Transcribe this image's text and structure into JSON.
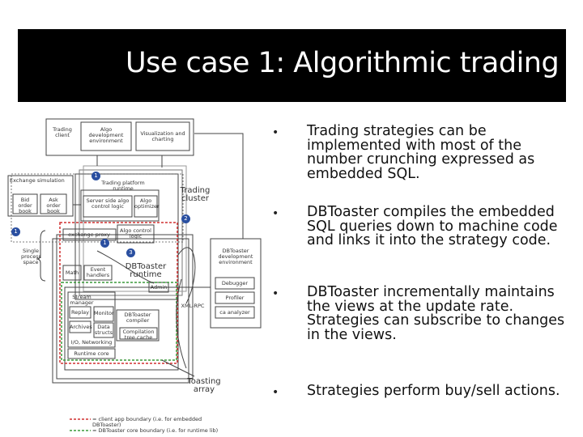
{
  "slide": {
    "title": "Use case 1: Algorithmic trading",
    "bullets": [
      {
        "text": "Trading strategies can be implemented with most of the number crunching expressed as embedded SQL."
      },
      {
        "text": "DBToaster compiles the embedded SQL queries down to machine code and links it into the strategy code."
      },
      {
        "text": "DBToaster incrementally maintains the views at the update rate. Strategies can subscribe to changes in the views."
      },
      {
        "text": "Strategies perform buy/sell actions."
      }
    ],
    "bullet_glyph": "•"
  },
  "diagram": {
    "trading_client": "Trading client",
    "algo_dev": "Algo development environment",
    "visualization": "Visualization and charting",
    "exchange_simulation": "Exchange simulation",
    "bid_order_book": "Bid order book",
    "ask_order_book": "Ask order book",
    "trading_platform_runtime": "Trading platform runtime",
    "server_side_algo": "Server side algo control logic",
    "algo_optimizer": "Algo optimizer",
    "trading_cluster": "Trading cluster",
    "exchange_proxy": "exchange proxy",
    "algo_control_logic": "Algo control logic",
    "single_process_space": "Single process space",
    "math": "Math",
    "event_handlers": "Event handlers",
    "dbtoaster_runtime": "DBToaster runtime",
    "admin": "Admin",
    "stream_manager": "Stream manager",
    "replay": "Replay",
    "archives": "Archives",
    "monitor": "Monitor",
    "data_structs": "Data structs",
    "io_networking": "I/O, Networking",
    "dbtoaster_compiler": "DBToaster compiler",
    "compilation_tree_cache": "Compilation tree cache",
    "runtime_core": "Runtime core",
    "dbtoaster_dev_env": "DBToaster development environment",
    "debugger": "Debugger",
    "profiler": "Profiler",
    "ca_analyzer": "ca analyzer",
    "xmlrpc": "XML-RPC",
    "toasting_array": "Toasting array",
    "legend_client": "= client app boundary (i.e. for embedded DBToaster)",
    "legend_dbtoaster": "= DBToaster core boundary (i.e. for runtime lib)",
    "markers": [
      "1",
      "2",
      "3",
      "1",
      "1"
    ],
    "colors": {
      "marker": "#2a4fa0",
      "red_dash": "#d03030",
      "green_dash": "#3a9a3a"
    }
  }
}
